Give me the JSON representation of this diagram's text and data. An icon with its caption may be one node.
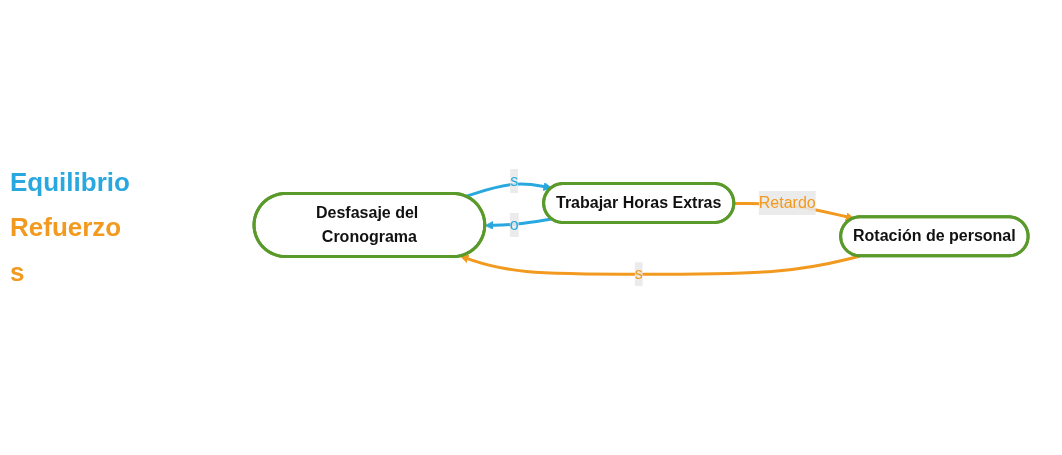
{
  "diagram": {
    "nodes": [
      {
        "text": [
          "Desfasaje del Cronograma"
        ]
      },
      {
        "text": [
          "Trabajar Horas Extras"
        ]
      },
      {
        "text": [
          "Rotación de personal"
        ]
      }
    ],
    "edges": [
      {
        "from": 0,
        "to": 1,
        "arrow": "to",
        "label": "s",
        "color": "#29a8df"
      },
      {
        "from": 1,
        "to": 0,
        "arrow": "to",
        "label": "o",
        "color": "#29a8df"
      },
      {
        "from": 1,
        "to": 2,
        "arrow": "to",
        "label": "Retardo",
        "color": "#f29a1f"
      },
      {
        "from": 2,
        "to": 0,
        "arrow": "to",
        "label": "s",
        "color": "#f29a1f"
      }
    ],
    "labels": [
      "Equilibrio",
      "Refuerzo",
      "s"
    ]
  }
}
